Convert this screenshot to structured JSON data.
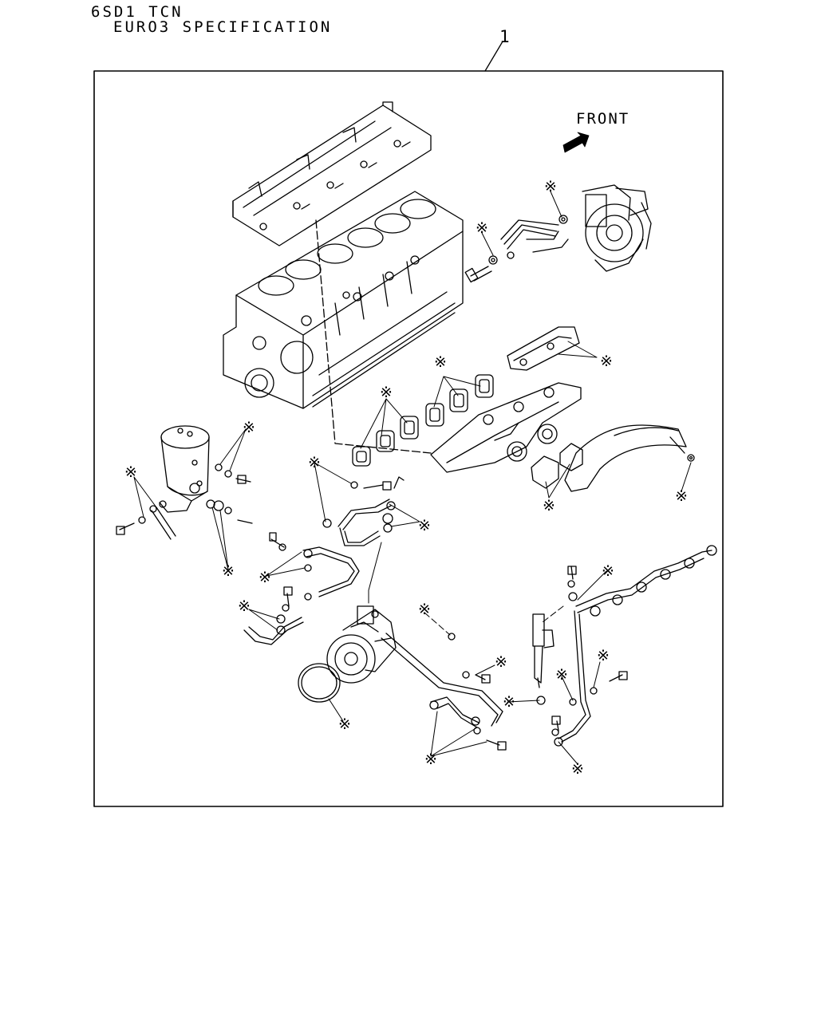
{
  "header": {
    "model": "6SD1 TCN",
    "specification": "EURO3 SPECIFICATION"
  },
  "diagram": {
    "item_number": "1",
    "direction_label": "FRONT",
    "kit_marker": "※"
  }
}
